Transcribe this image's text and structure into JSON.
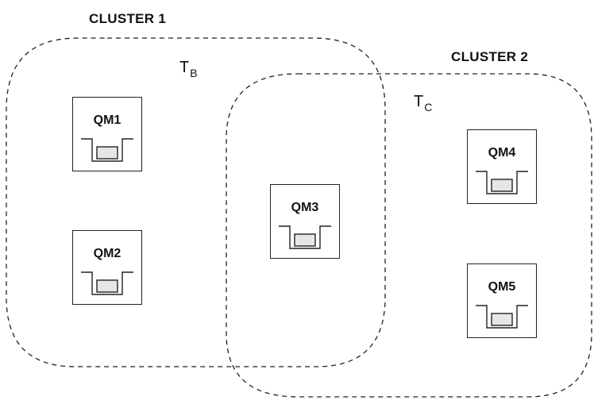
{
  "clusters": [
    {
      "label": "CLUSTER 1",
      "topic_letter": "T",
      "topic_sub": "B"
    },
    {
      "label": "CLUSTER 2",
      "topic_letter": "T",
      "topic_sub": "C"
    }
  ],
  "queue_managers": [
    {
      "label": "QM1",
      "icon": "queue-icon"
    },
    {
      "label": "QM2",
      "icon": "queue-icon"
    },
    {
      "label": "QM3",
      "icon": "queue-icon"
    },
    {
      "label": "QM4",
      "icon": "queue-icon"
    },
    {
      "label": "QM5",
      "icon": "queue-icon"
    }
  ],
  "colors": {
    "stroke": "#222222",
    "queue_fill": "#e6e6e6"
  }
}
